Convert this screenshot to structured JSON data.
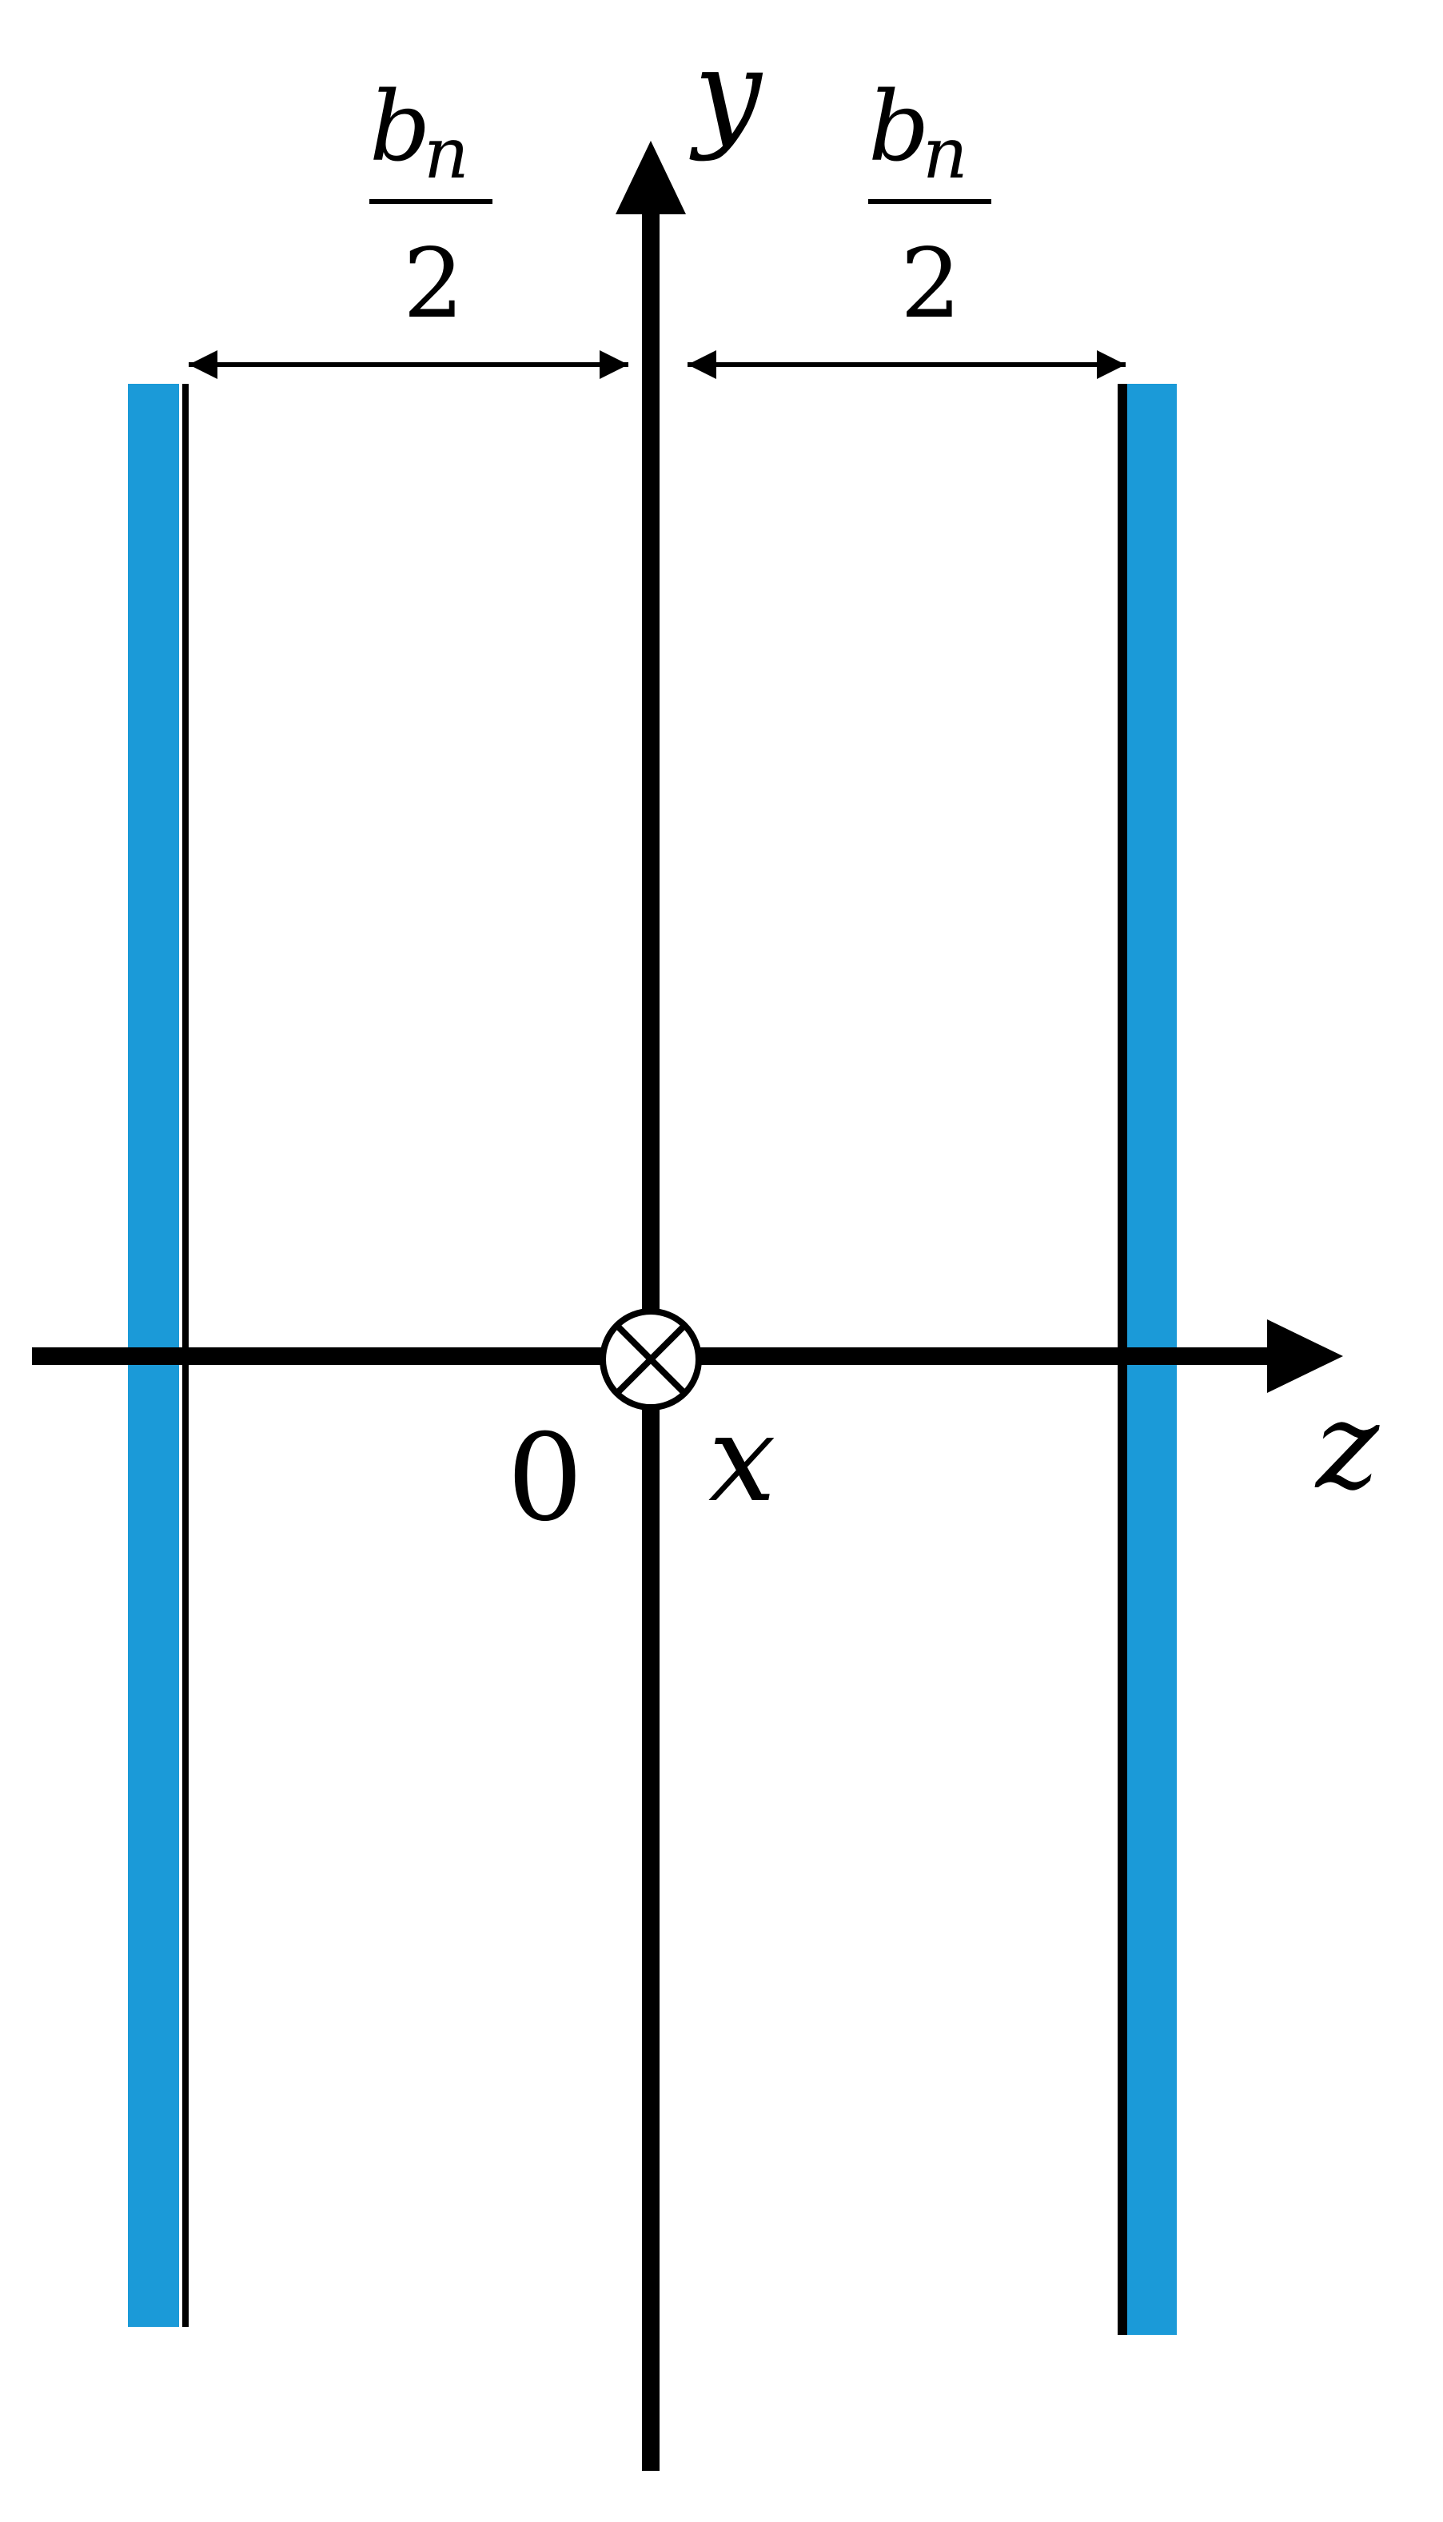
{
  "diagram": {
    "axes": {
      "y_label": "y",
      "z_label": "z",
      "x_label": "x",
      "origin_label": "0"
    },
    "dimension_left": {
      "numerator_base": "b",
      "numerator_sub": "n",
      "denominator": "2"
    },
    "dimension_right": {
      "numerator_base": "b",
      "numerator_sub": "n",
      "denominator": "2"
    },
    "colors": {
      "plate": "#1b9ad8",
      "ink": "#000000"
    },
    "symbols": {
      "x_axis_direction": "into-page-icon"
    }
  }
}
